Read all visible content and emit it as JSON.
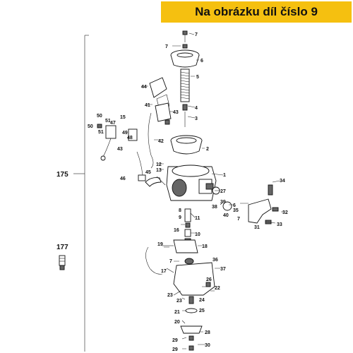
{
  "banner": {
    "text": "Na obrázku díl číslo 9",
    "color": "#f5c010"
  },
  "assembly_labels": {
    "main": "175",
    "screw": "177"
  },
  "callouts": [
    {
      "id": "c7a",
      "text": "7"
    },
    {
      "id": "c7b",
      "text": "7"
    },
    {
      "id": "c6",
      "text": "6"
    },
    {
      "id": "c5",
      "text": "5"
    },
    {
      "id": "c44",
      "text": "44"
    },
    {
      "id": "c4",
      "text": "4"
    },
    {
      "id": "c41",
      "text": "41"
    },
    {
      "id": "c43a",
      "text": "43"
    },
    {
      "id": "c3",
      "text": "3"
    },
    {
      "id": "c50a",
      "text": "50"
    },
    {
      "id": "c51a",
      "text": "51"
    },
    {
      "id": "c15",
      "text": "15"
    },
    {
      "id": "c47",
      "text": "47"
    },
    {
      "id": "c50b",
      "text": "50"
    },
    {
      "id": "c51b",
      "text": "51"
    },
    {
      "id": "c49",
      "text": "49"
    },
    {
      "id": "c48",
      "text": "48"
    },
    {
      "id": "c43b",
      "text": "43"
    },
    {
      "id": "c46",
      "text": "46"
    },
    {
      "id": "c42",
      "text": "42"
    },
    {
      "id": "c2",
      "text": "2"
    },
    {
      "id": "c12",
      "text": "12"
    },
    {
      "id": "c13",
      "text": "13"
    },
    {
      "id": "c45",
      "text": "45"
    },
    {
      "id": "c1",
      "text": "1"
    },
    {
      "id": "c34",
      "text": "34"
    },
    {
      "id": "c27",
      "text": "27"
    },
    {
      "id": "c38",
      "text": "38"
    },
    {
      "id": "c39",
      "text": "39"
    },
    {
      "id": "c6b",
      "text": "6"
    },
    {
      "id": "c35",
      "text": "35"
    },
    {
      "id": "c40",
      "text": "40"
    },
    {
      "id": "c7c",
      "text": "7"
    },
    {
      "id": "c32",
      "text": "32"
    },
    {
      "id": "c31",
      "text": "31"
    },
    {
      "id": "c33",
      "text": "33"
    },
    {
      "id": "c8",
      "text": "8"
    },
    {
      "id": "c9",
      "text": "9"
    },
    {
      "id": "c11",
      "text": "11"
    },
    {
      "id": "c16",
      "text": "16"
    },
    {
      "id": "c10",
      "text": "10"
    },
    {
      "id": "c19",
      "text": "19"
    },
    {
      "id": "c18",
      "text": "18"
    },
    {
      "id": "c7d",
      "text": "7"
    },
    {
      "id": "c36",
      "text": "36"
    },
    {
      "id": "c37",
      "text": "37"
    },
    {
      "id": "c17",
      "text": "17"
    },
    {
      "id": "c26",
      "text": "26"
    },
    {
      "id": "c22",
      "text": "22"
    },
    {
      "id": "c23",
      "text": "23"
    },
    {
      "id": "c24",
      "text": "24"
    },
    {
      "id": "c23b",
      "text": "23"
    },
    {
      "id": "c25",
      "text": "25"
    },
    {
      "id": "c21",
      "text": "21"
    },
    {
      "id": "c20",
      "text": "20"
    },
    {
      "id": "c28",
      "text": "28"
    },
    {
      "id": "c29a",
      "text": "29"
    },
    {
      "id": "c29b",
      "text": "29"
    },
    {
      "id": "c30",
      "text": "30"
    }
  ]
}
